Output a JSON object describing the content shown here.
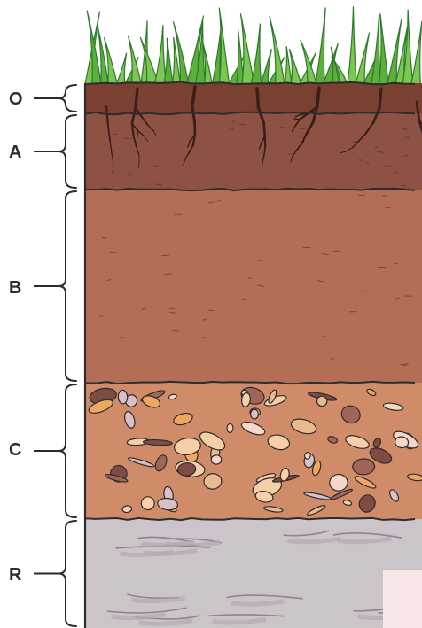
{
  "diagram": {
    "horizons": [
      {
        "id": "O",
        "label": "O"
      },
      {
        "id": "A",
        "label": "A"
      },
      {
        "id": "B",
        "label": "B"
      },
      {
        "id": "C",
        "label": "C"
      },
      {
        "id": "R",
        "label": "R"
      }
    ],
    "colors": {
      "grass": "#5cae3d",
      "grass_dark": "#2f7a2a",
      "O": "#7a4031",
      "A": "#8e5245",
      "B": "#b56e56",
      "C": "#d08b69",
      "R": "#cbc4c8",
      "roots": "#3a1f19",
      "outline": "#2d2d2d",
      "bracket": "#2b2b2b"
    },
    "icons": {
      "grass": "grass-tufts",
      "roots": "root-network",
      "pebbles": "gravel-pebbles",
      "bedrock": "bedrock-cracks"
    }
  }
}
